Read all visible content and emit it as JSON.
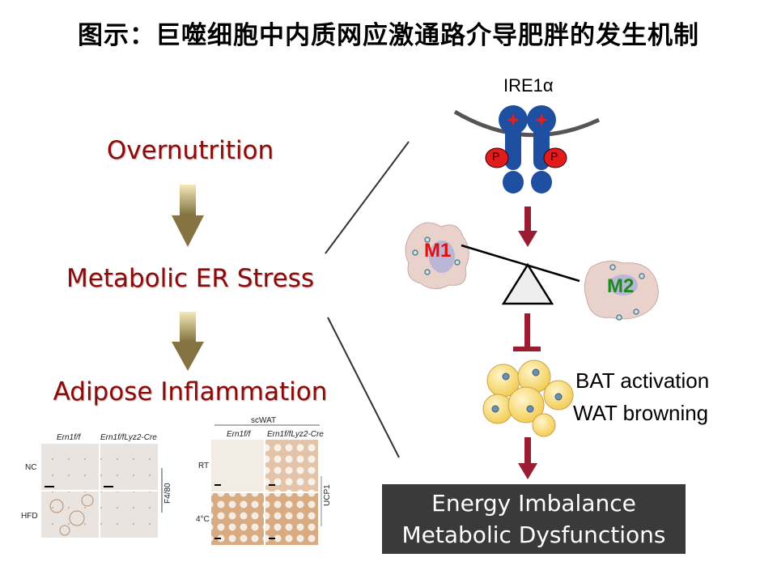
{
  "title": "图示：巨噬细胞中内质网应激通路介导肥胖的发生机制",
  "left_flow": {
    "steps": [
      "Overnutrition",
      "Metabolic ER Stress",
      "Adipose Inflammation"
    ]
  },
  "micrograph_left": {
    "col_headers": [
      "Ern1f/f",
      "Ern1f/fLyz2-Cre"
    ],
    "row_labels": [
      "NC",
      "HFD"
    ],
    "stain": "F4/80"
  },
  "micrograph_right": {
    "group": "scWAT",
    "col_headers": [
      "Ern1f/f",
      "Ern1f/fLyz2-Cre"
    ],
    "row_labels": [
      "RT",
      "4°C"
    ],
    "stain": "UCP1"
  },
  "pathway": {
    "receptor": "IRE1α",
    "phospho": "P",
    "m1": "M1",
    "m2": "M2",
    "bat": "BAT activation",
    "wat": "WAT browning",
    "outcome": [
      "Energy Imbalance",
      "Metabolic Dysfunctions"
    ]
  },
  "colors": {
    "step_red": "#8b0a0a",
    "arrow_red": "#9b1b30",
    "protein_blue": "#1f4fa0",
    "m1_red": "#e01010",
    "m2_green": "#1a8a1a"
  }
}
